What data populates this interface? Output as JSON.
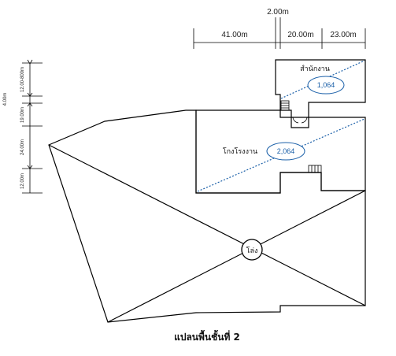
{
  "dimensions": {
    "top": [
      "41.00m",
      "2.00m",
      "20.00m",
      "23.00m"
    ],
    "left": [
      "12.00-800m",
      "4.00m",
      "19.00m",
      "24.00m",
      "12.00m"
    ]
  },
  "rooms": {
    "office": {
      "label": "สำนักงาน",
      "area": "1,064"
    },
    "warehouse": {
      "label": "โกงโรงงาน",
      "area": "2,064"
    },
    "open_area": {
      "label": "โล่ง"
    }
  },
  "caption": "แปลนพื้นชั้นที่ 2"
}
